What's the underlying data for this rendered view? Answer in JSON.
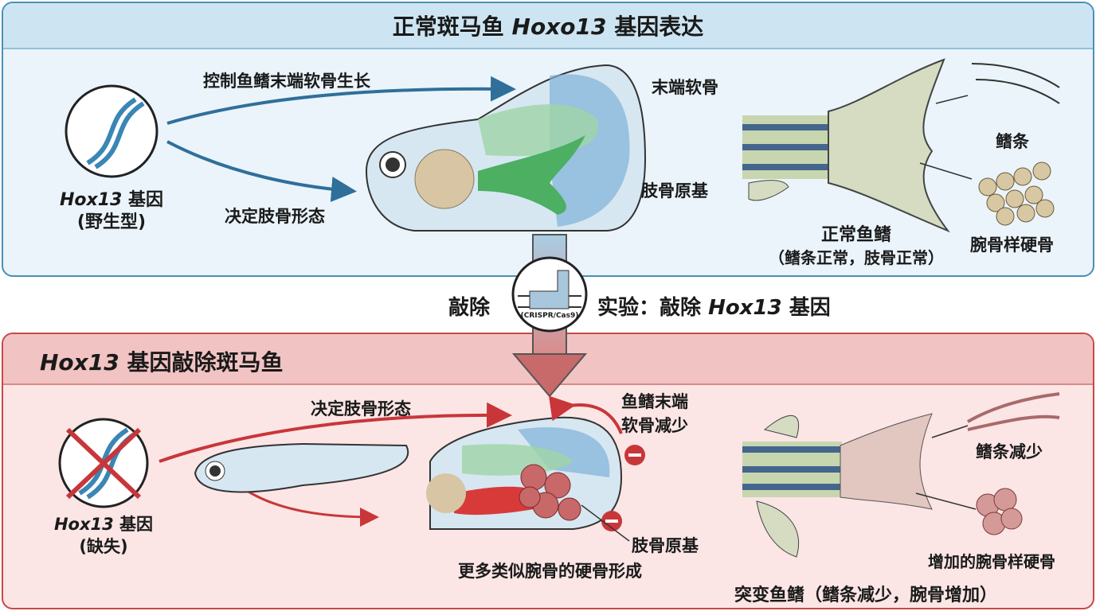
{
  "top": {
    "title_pre": "正常斑马鱼 ",
    "title_gene": "Hoxo13",
    "title_post": " 基因表达",
    "gene_label": "Hox13",
    "gene_suffix": " 基因",
    "gene_state": "(野生型)",
    "arrow1": "控制鱼鳍末端软骨生长",
    "arrow2": "决定肢骨形态",
    "label_distal": "末端软骨",
    "label_limb": "肢骨原基",
    "label_rays": "鳍条",
    "label_wrist": "腕骨样硬骨",
    "fin_title": "正常鱼鳍",
    "fin_sub": "（鳍条正常，肢骨正常）"
  },
  "middle": {
    "knockout": "敲除",
    "tool": "(CRISPR/Cas9)",
    "exp_pre": "实验：敲除 ",
    "exp_gene": "Hox13",
    "exp_post": " 基因"
  },
  "bottom": {
    "title_gene": "Hox13",
    "title_post": " 基因敲除斑马鱼",
    "gene_label": "Hox13",
    "gene_suffix": " 基因",
    "gene_state": "(缺失)",
    "arrow1": "决定肢骨形态",
    "label_distal1": "鱼鳍末端",
    "label_distal2": "软骨减少",
    "label_limb": "肢骨原基",
    "label_bone": "更多类似腕骨的硬骨形成",
    "label_rays": "鳍条减少",
    "label_wrist": "增加的腕骨样硬骨",
    "fin_title": "突变鱼鳍（鳍条减少，腕骨增加）"
  },
  "colors": {
    "blue": "#2f6f9a",
    "red": "#c8363a"
  }
}
